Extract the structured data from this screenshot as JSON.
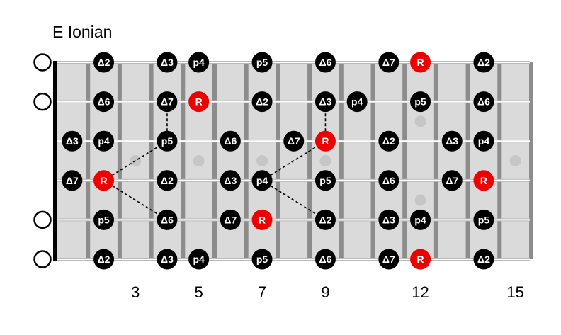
{
  "title": "E Ionian",
  "colors": {
    "fretboard": "#dadada",
    "fret": "#8c8c8c",
    "nut": "#000000",
    "string": "#ffffff",
    "note": "#000000",
    "root": "#ee0000",
    "inlay": "#c6c6c6",
    "connector": "#000000"
  },
  "frets": 15,
  "string_count": 6,
  "open_string_markers": [
    1,
    2,
    5,
    6
  ],
  "inlays": [
    {
      "fret": 3,
      "strings": [
        3.5
      ]
    },
    {
      "fret": 5,
      "strings": [
        3.5
      ]
    },
    {
      "fret": 7,
      "strings": [
        3.5
      ]
    },
    {
      "fret": 9,
      "strings": [
        3.5
      ]
    },
    {
      "fret": 12,
      "strings": [
        2.5,
        4.5
      ]
    },
    {
      "fret": 15,
      "strings": [
        3.5
      ]
    }
  ],
  "fret_number_labels": [
    {
      "fret": 3,
      "label": "3"
    },
    {
      "fret": 5,
      "label": "5"
    },
    {
      "fret": 7,
      "label": "7"
    },
    {
      "fret": 9,
      "label": "9"
    },
    {
      "fret": 12,
      "label": "12"
    },
    {
      "fret": 15,
      "label": "15"
    }
  ],
  "notes": [
    {
      "string": 1,
      "fret": 2,
      "label": "Δ2"
    },
    {
      "string": 1,
      "fret": 4,
      "label": "Δ3"
    },
    {
      "string": 1,
      "fret": 5,
      "label": "p4"
    },
    {
      "string": 1,
      "fret": 7,
      "label": "p5"
    },
    {
      "string": 1,
      "fret": 9,
      "label": "Δ6"
    },
    {
      "string": 1,
      "fret": 11,
      "label": "Δ7"
    },
    {
      "string": 1,
      "fret": 12,
      "label": "R",
      "root": true
    },
    {
      "string": 1,
      "fret": 14,
      "label": "Δ2"
    },
    {
      "string": 2,
      "fret": 2,
      "label": "Δ6"
    },
    {
      "string": 2,
      "fret": 4,
      "label": "Δ7"
    },
    {
      "string": 2,
      "fret": 5,
      "label": "R",
      "root": true
    },
    {
      "string": 2,
      "fret": 7,
      "label": "Δ2"
    },
    {
      "string": 2,
      "fret": 9,
      "label": "Δ3"
    },
    {
      "string": 2,
      "fret": 10,
      "label": "p4"
    },
    {
      "string": 2,
      "fret": 12,
      "label": "p5"
    },
    {
      "string": 2,
      "fret": 14,
      "label": "Δ6"
    },
    {
      "string": 3,
      "fret": 1,
      "label": "Δ3"
    },
    {
      "string": 3,
      "fret": 2,
      "label": "p4"
    },
    {
      "string": 3,
      "fret": 4,
      "label": "p5"
    },
    {
      "string": 3,
      "fret": 6,
      "label": "Δ6"
    },
    {
      "string": 3,
      "fret": 8,
      "label": "Δ7"
    },
    {
      "string": 3,
      "fret": 9,
      "label": "R",
      "root": true
    },
    {
      "string": 3,
      "fret": 11,
      "label": "Δ2"
    },
    {
      "string": 3,
      "fret": 13,
      "label": "Δ3"
    },
    {
      "string": 3,
      "fret": 14,
      "label": "p4"
    },
    {
      "string": 4,
      "fret": 1,
      "label": "Δ7"
    },
    {
      "string": 4,
      "fret": 2,
      "label": "R",
      "root": true
    },
    {
      "string": 4,
      "fret": 4,
      "label": "Δ2"
    },
    {
      "string": 4,
      "fret": 6,
      "label": "Δ3"
    },
    {
      "string": 4,
      "fret": 7,
      "label": "p4"
    },
    {
      "string": 4,
      "fret": 9,
      "label": "p5"
    },
    {
      "string": 4,
      "fret": 11,
      "label": "Δ6"
    },
    {
      "string": 4,
      "fret": 13,
      "label": "Δ7"
    },
    {
      "string": 4,
      "fret": 14,
      "label": "R",
      "root": true
    },
    {
      "string": 5,
      "fret": 2,
      "label": "p5"
    },
    {
      "string": 5,
      "fret": 4,
      "label": "Δ6"
    },
    {
      "string": 5,
      "fret": 6,
      "label": "Δ7"
    },
    {
      "string": 5,
      "fret": 7,
      "label": "R",
      "root": true
    },
    {
      "string": 5,
      "fret": 9,
      "label": "Δ2"
    },
    {
      "string": 5,
      "fret": 11,
      "label": "Δ3"
    },
    {
      "string": 5,
      "fret": 12,
      "label": "p4"
    },
    {
      "string": 5,
      "fret": 14,
      "label": "p5"
    },
    {
      "string": 6,
      "fret": 2,
      "label": "Δ2"
    },
    {
      "string": 6,
      "fret": 4,
      "label": "Δ3"
    },
    {
      "string": 6,
      "fret": 5,
      "label": "p4"
    },
    {
      "string": 6,
      "fret": 7,
      "label": "p5"
    },
    {
      "string": 6,
      "fret": 9,
      "label": "Δ6"
    },
    {
      "string": 6,
      "fret": 11,
      "label": "Δ7"
    },
    {
      "string": 6,
      "fret": 12,
      "label": "R",
      "root": true
    },
    {
      "string": 6,
      "fret": 14,
      "label": "Δ2"
    }
  ],
  "connectors": [
    {
      "from": {
        "string": 4,
        "fret": 2
      },
      "to": {
        "string": 3,
        "fret": 4
      }
    },
    {
      "from": {
        "string": 3,
        "fret": 4
      },
      "to": {
        "string": 2,
        "fret": 4
      }
    },
    {
      "from": {
        "string": 4,
        "fret": 2
      },
      "to": {
        "string": 5,
        "fret": 4
      }
    },
    {
      "from": {
        "string": 4,
        "fret": 7
      },
      "to": {
        "string": 3,
        "fret": 9
      }
    },
    {
      "from": {
        "string": 3,
        "fret": 9
      },
      "to": {
        "string": 2,
        "fret": 9
      }
    },
    {
      "from": {
        "string": 4,
        "fret": 7
      },
      "to": {
        "string": 5,
        "fret": 9
      }
    }
  ]
}
